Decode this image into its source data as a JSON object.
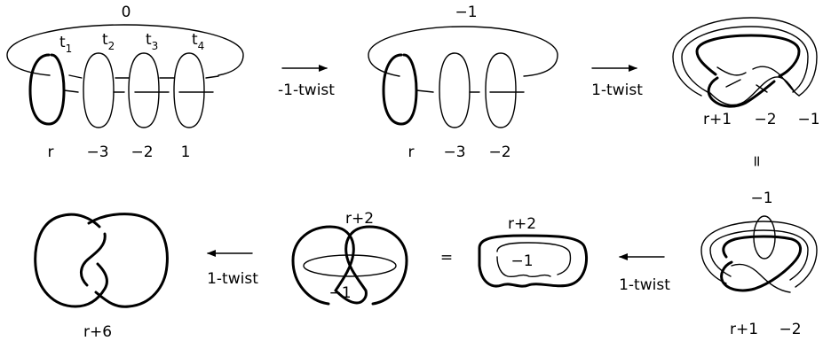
{
  "panel1": {
    "framing": "0",
    "tags": [
      "t",
      "t",
      "t",
      "t"
    ],
    "tag_subs": [
      "1",
      "2",
      "3",
      "4"
    ],
    "bottom": [
      "r",
      "−3",
      "−2",
      "1"
    ]
  },
  "arrow1": "-1-twist",
  "panel2": {
    "framing": "−1",
    "bottom": [
      "r",
      "−3",
      "−2"
    ]
  },
  "arrow2": "1-twist",
  "panel3": {
    "bottom": [
      "r+1",
      "−2",
      "−1"
    ]
  },
  "equal_vertical": "=",
  "panel4": {
    "top": "−1",
    "bottom": [
      "r+1",
      "−2"
    ]
  },
  "arrow3": "1-twist",
  "panel5": {
    "top": "r+2",
    "inner": "−1"
  },
  "equal_horizontal": "=",
  "panel6": {
    "top": "r+2",
    "inner": "−1"
  },
  "arrow4": "1-twist",
  "panel7": {
    "bottom": "r+6"
  }
}
